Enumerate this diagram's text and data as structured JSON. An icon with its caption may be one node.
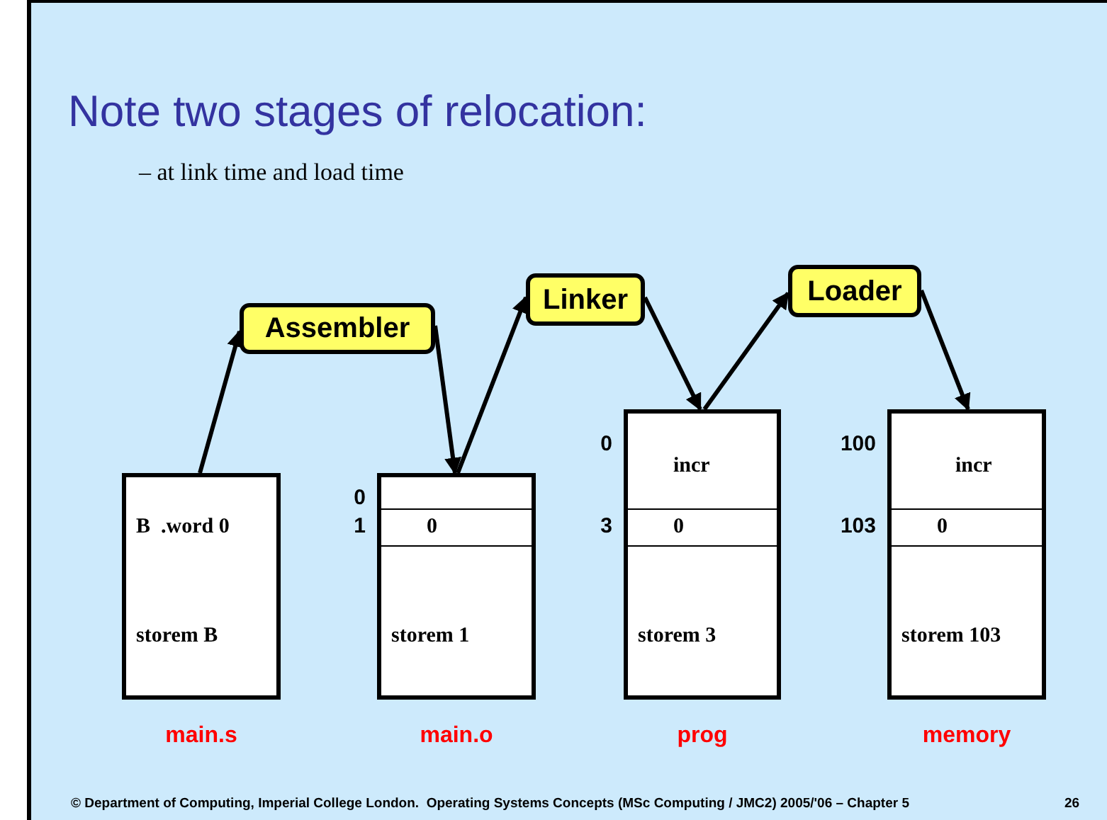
{
  "diagram": {
    "title": "Note two stages of relocation:",
    "nodes": [
      {
        "text": [
          "B  .word 0",
          "storem B"
        ],
        "beside": [
          "main.s"
        ]
      },
      {
        "text": [
          "Assembler"
        ]
      },
      {
        "text": [
          "0",
          "storem 1"
        ],
        "beside": [
          "0",
          "1",
          "main.o"
        ]
      },
      {
        "text": [
          "Linker"
        ]
      },
      {
        "text": [
          "incr",
          "0",
          "storem 3"
        ],
        "beside": [
          "0",
          "3",
          "prog"
        ]
      },
      {
        "text": [
          "Loader"
        ]
      },
      {
        "text": [
          "incr",
          "0",
          "storem 103"
        ],
        "beside": [
          "100",
          "103",
          "memory"
        ]
      }
    ],
    "edges": [
      {
        "from": 0,
        "to": 1,
        "arrow": "to"
      },
      {
        "from": 1,
        "to": 2,
        "arrow": "to"
      },
      {
        "from": 2,
        "to": 3,
        "arrow": "to"
      },
      {
        "from": 3,
        "to": 4,
        "arrow": "to"
      },
      {
        "from": 4,
        "to": 5,
        "arrow": "to"
      },
      {
        "from": 5,
        "to": 6,
        "arrow": "to"
      }
    ],
    "labels": [
      "– at link time and load time",
      "© Department of Computing, Imperial College London.  Operating Systems Concepts (MSc Computing / JMC2) 2005/'06 – Chapter 5",
      "26"
    ]
  }
}
